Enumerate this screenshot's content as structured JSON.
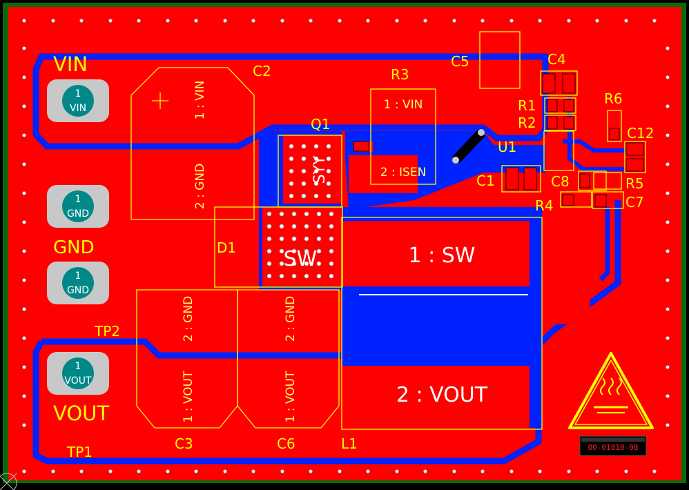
{
  "board": {
    "colors": {
      "outline": "#00cc00",
      "top_copper": "#ff0000",
      "bottom_copper": "#0022ff",
      "silkscreen": "#ffff00",
      "pad": "#c8c8c8",
      "via": "#bbbbbb"
    },
    "net_labels": {
      "vin": "VIN",
      "gnd": "GND",
      "vout": "VOUT",
      "tp1": "TP1",
      "tp2": "TP2"
    },
    "test_points": [
      {
        "pin": "1",
        "net": "VIN"
      },
      {
        "pin": "1",
        "net": "GND"
      },
      {
        "pin": "1",
        "net": "GND"
      },
      {
        "pin": "1",
        "net": "VOUT"
      }
    ],
    "designators": {
      "c2": "C2",
      "c3": "C3",
      "c4": "C4",
      "c5": "C5",
      "c6": "C6",
      "c7": "C7",
      "c8": "C8",
      "c12": "C12",
      "r1": "R1",
      "r2": "R2",
      "r3": "R3",
      "r4": "R4",
      "r5": "R5",
      "r6": "R6",
      "q1": "Q1",
      "d1": "D1",
      "u1": "U1",
      "l1": "L1",
      "c1": "C1"
    },
    "pin_labels": {
      "c2_p1": "1 : VIN",
      "c2_p2": "2 : GND",
      "r3_p1": "1 : VIN",
      "r3_p2": "2 : ISEN",
      "l1_p1": "1 : SW",
      "l1_p2": "2 : VOUT",
      "c3_p1": "1 : VOUT",
      "c3_p2": "2 : GND",
      "c6_p1": "1 : VOUT",
      "c6_p2": "2 : GND",
      "q1_net": "SYY",
      "d1_net": "SW"
    },
    "marking": "00-01810-08"
  }
}
